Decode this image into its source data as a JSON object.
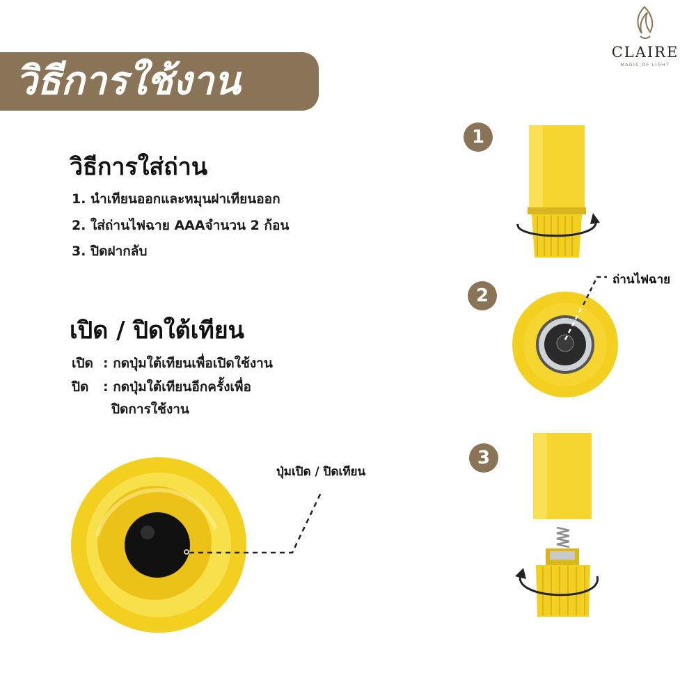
{
  "brand": {
    "name": "CLAIRE",
    "tagline": "MAGIC OF LIGHT"
  },
  "header": {
    "title": "วิธีการใช้งาน"
  },
  "battery_section": {
    "title": "วิธีการใส่ถ่าน",
    "steps": [
      "1. นำเทียนออกและหมุนฝาเทียนออก",
      "2. ใส่ถ่านไฟฉาย AAAจำนวน 2 ก้อน",
      "3. ปิดฝากลับ"
    ]
  },
  "switch_section": {
    "title": "เปิด / ปิดใต้เทียน",
    "on_label": "เปิด",
    "on_text": ": กดปุ่มใต้เทียนเพื่อเปิดใช้งาน",
    "off_label": "ปิด",
    "off_text_1": ": กดปุ่มใต้เทียนอีกครั้งเพื่อ",
    "off_text_2": "ปิดการใช้งาน"
  },
  "callouts": {
    "button": "ปุ่มเปิด / ปิดเทียน",
    "battery": "ถ่านไฟฉาย"
  },
  "step_badges": [
    "1",
    "2",
    "3"
  ],
  "icons": [
    "logo-flame-icon",
    "rotate-arrow-icon"
  ],
  "colors": {
    "accent": "#8a7458",
    "candle_yellow": "#f7d531",
    "button_black": "#111111"
  }
}
